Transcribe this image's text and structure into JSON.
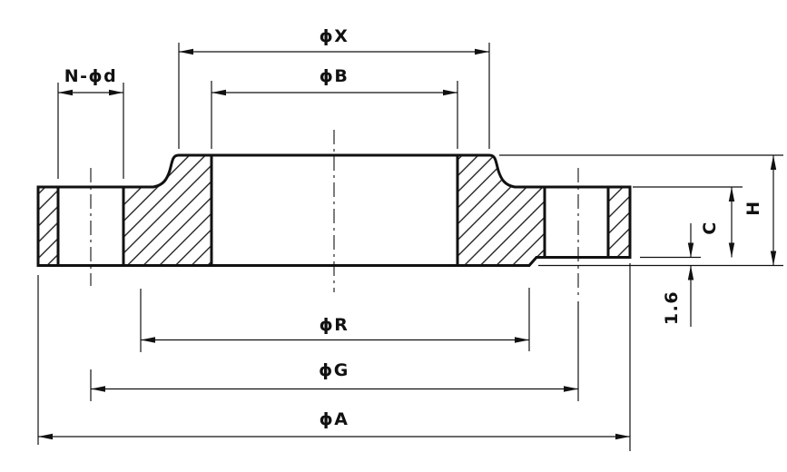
{
  "drawing": {
    "title": "Flange cross-section technical drawing",
    "background_color": "#ffffff",
    "line_color": "#111111",
    "labels": {
      "dia_x": "ϕX",
      "dia_b": "ϕB",
      "n_dia_d": "N-ϕd",
      "dia_r": "ϕR",
      "dia_g": "ϕG",
      "dia_a": "ϕA",
      "total_height": "H",
      "thickness": "C",
      "raised_face_height": "1.6"
    }
  }
}
